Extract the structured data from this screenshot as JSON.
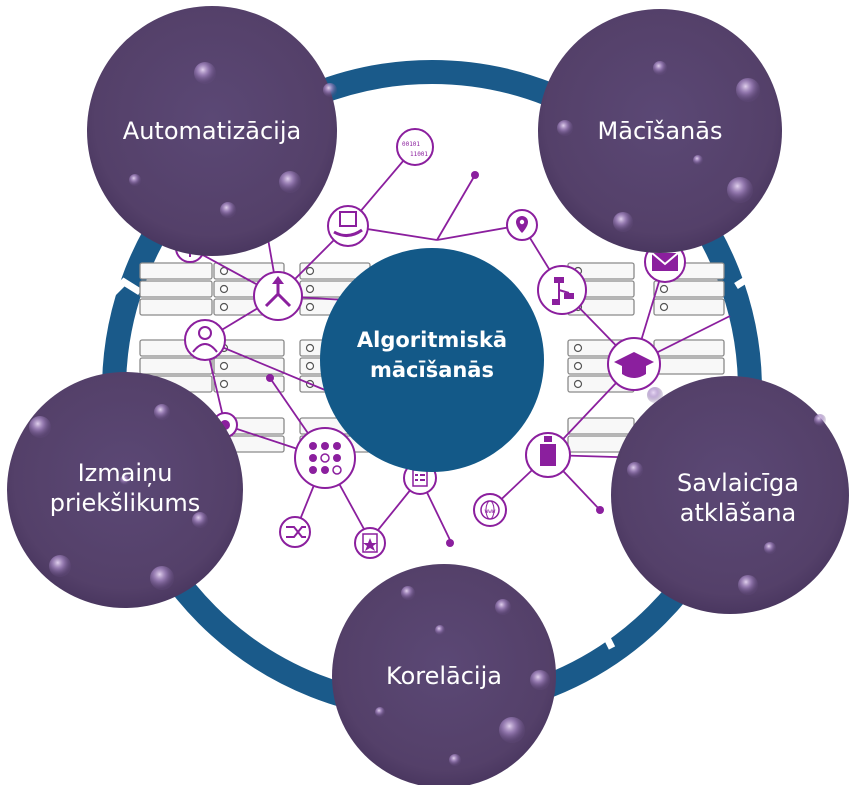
{
  "diagram": {
    "center": {
      "label_line1": "Algoritmiskā",
      "label_line2": "mācīšanās"
    },
    "nodes": {
      "automatization": {
        "label": "Automatizācija"
      },
      "learning": {
        "label": "Mācīšanās"
      },
      "detection": {
        "label_line1": "Savlaicīga",
        "label_line2": "atklāšana"
      },
      "correlation": {
        "label": "Korelācija"
      },
      "suggestions": {
        "label_line1": "Izmaiņu",
        "label_line2": "priekšlikums"
      }
    },
    "icons": {
      "binary": {
        "text_top": "00101",
        "text_bottom": "11001"
      },
      "web": {
        "text": "www"
      }
    },
    "colors": {
      "ring": "#1a5a8a",
      "center": "#135988",
      "node": "#55426e",
      "network": "#8b1f9e",
      "server": "#777777"
    }
  }
}
